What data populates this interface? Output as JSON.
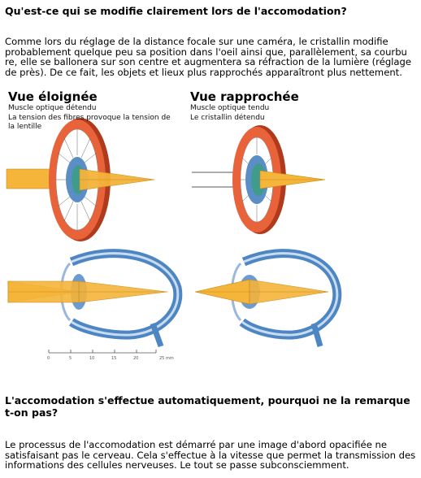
{
  "section1": {
    "heading": "Qu'est-ce qui se modifie clairement lors de l'accomodation?",
    "paragraph": "Comme lors du réglage de la distance focale sur une caméra, le cristallin modifie probablement quelque peu sa position dans l'oeil ainsi que, parallèlement, sa courbu re, elle se ballonera sur son centre et augmentera sa réfraction de la lumière (réglage de près). De ce fait, les objets et lieux plus rapprochés apparaîtront plus nettement."
  },
  "figure": {
    "left_view": {
      "title": "Vue éloignée",
      "note1": "Muscle optique détendu",
      "note2": "La tension des fibres provoque la tension de la lentille"
    },
    "right_view": {
      "title": "Vue rapprochée",
      "note1": "Muscle optique tendu",
      "note2": "Le cristallin détendu"
    },
    "scale": {
      "ticks": [
        "0",
        "5",
        "10",
        "15",
        "20",
        "25 mm"
      ]
    },
    "colors": {
      "ring": "#e8623a",
      "ring_dark": "#b03a1c",
      "beam": "#f5b43a",
      "lens_blue": "#5b8dc6",
      "lens_teal": "#3f9c8c",
      "eye_wall": "#4e86c4"
    }
  },
  "section2": {
    "heading": "L'accomodation s'effectue automatiquement, pourquoi ne la remarque t-on pas?",
    "paragraph": "Le processus de l'accomodation est démarré par une image d'abord opacifiée ne satisfaisant pas le cerveau. Cela s'effectue à la vitesse que permet la transmission des informations des cellules nerveuses. Le tout se passe subconsciemment."
  }
}
